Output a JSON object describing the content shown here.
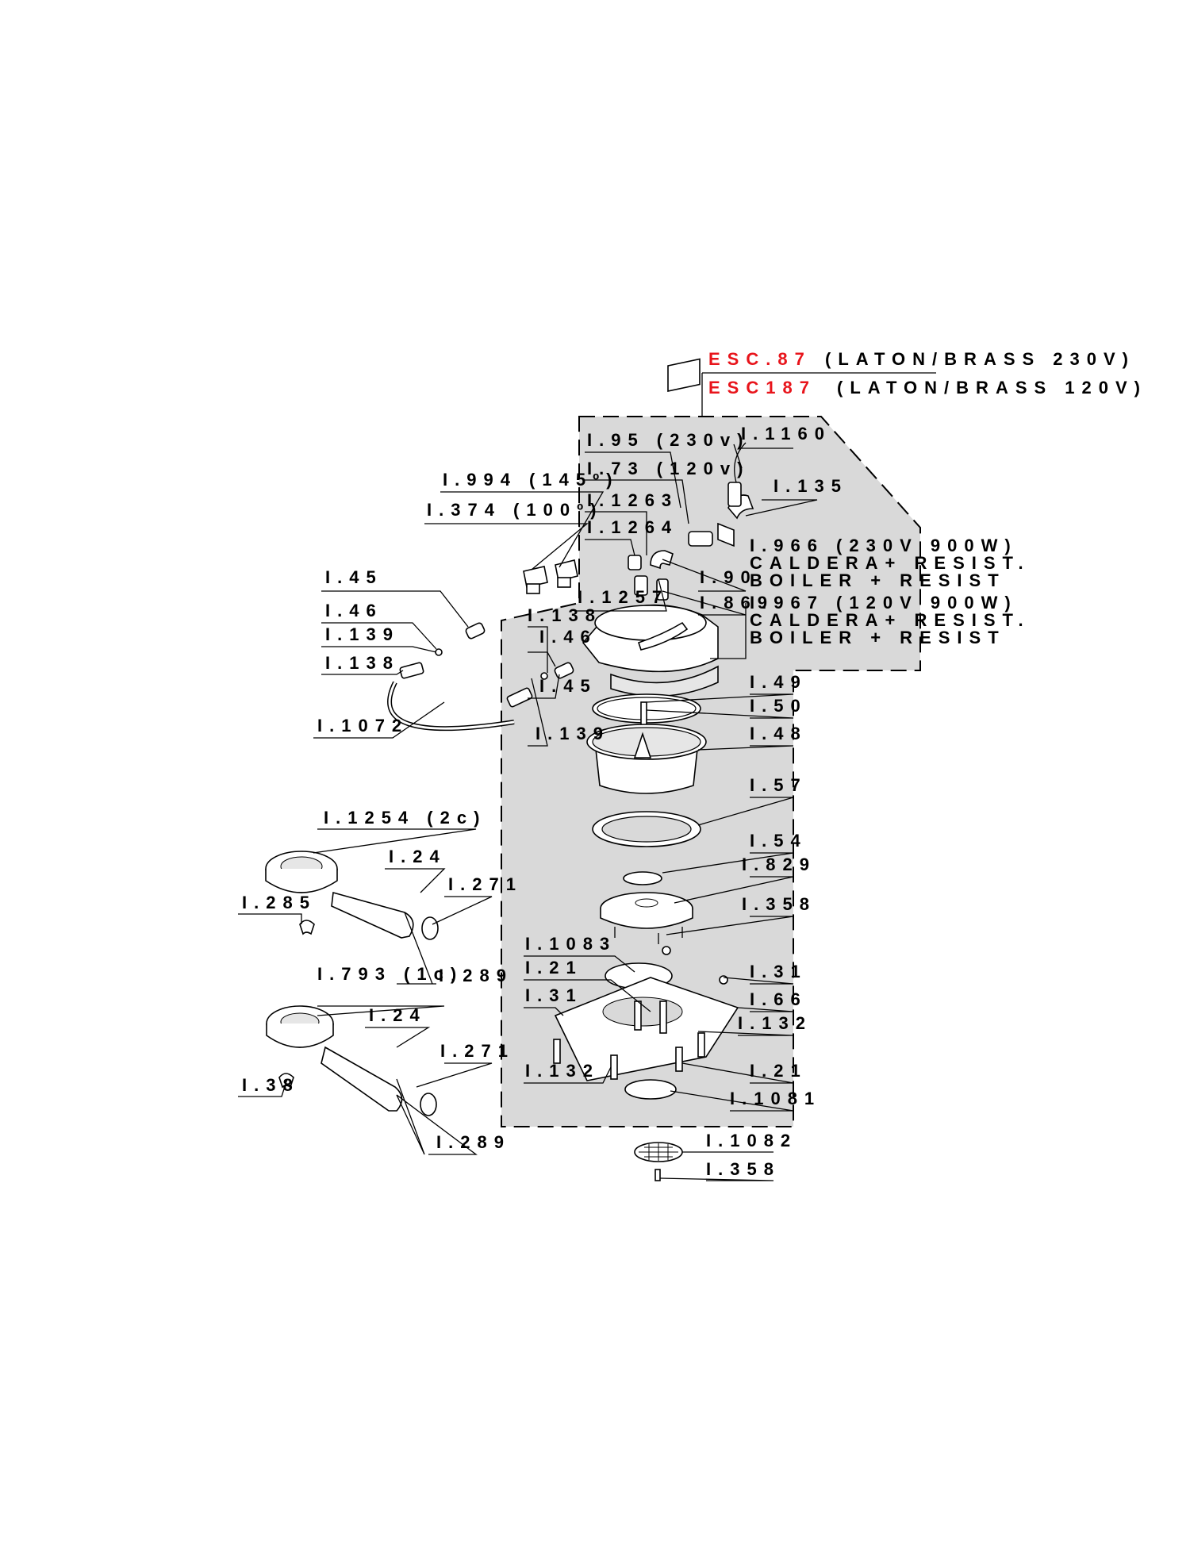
{
  "assembly": {
    "code_230v": "ESC.87",
    "desc_230v": "(LATON/BRASS 230V)",
    "code_120v": "ESC187",
    "desc_120v": "(LATON/BRASS 120V)"
  },
  "labels": [
    {
      "id": "l-95",
      "text": "I.95 (230v)"
    },
    {
      "id": "l-1160",
      "text": "I.1160"
    },
    {
      "id": "l-73",
      "text": "I.73 (120v)"
    },
    {
      "id": "l-135",
      "text": "I.135"
    },
    {
      "id": "l-994",
      "text": "I.994 (145º)"
    },
    {
      "id": "l-374",
      "text": "I.374 (100º)"
    },
    {
      "id": "l-1263",
      "text": "I.1263"
    },
    {
      "id": "l-1264",
      "text": "I.1264"
    },
    {
      "id": "l-966a",
      "text": "I.966 (230V 900W)"
    },
    {
      "id": "l-966b",
      "text": "CALDERA+ RESIST."
    },
    {
      "id": "l-966c",
      "text": "BOILER + RESIST"
    },
    {
      "id": "l-90",
      "text": "I.90"
    },
    {
      "id": "l-1257",
      "text": "I.1257"
    },
    {
      "id": "l-869",
      "text": "I.869"
    },
    {
      "id": "l-967a",
      "text": "I.967 (120V 900W)"
    },
    {
      "id": "l-967b",
      "text": "CALDERA+ RESIST."
    },
    {
      "id": "l-967c",
      "text": "BOILER + RESIST"
    },
    {
      "id": "l-45a",
      "text": "I.45"
    },
    {
      "id": "l-46a",
      "text": "I.46"
    },
    {
      "id": "l-138a",
      "text": "I.138"
    },
    {
      "id": "l-46b",
      "text": "I.46"
    },
    {
      "id": "l-139a",
      "text": "I.139"
    },
    {
      "id": "l-138b",
      "text": "I.138"
    },
    {
      "id": "l-45b",
      "text": "I.45"
    },
    {
      "id": "l-49",
      "text": "I.49"
    },
    {
      "id": "l-50",
      "text": "I.50"
    },
    {
      "id": "l-1072",
      "text": "I.1072"
    },
    {
      "id": "l-139b",
      "text": "I.139"
    },
    {
      "id": "l-48",
      "text": "I.48"
    },
    {
      "id": "l-57",
      "text": "I.57"
    },
    {
      "id": "l-1254",
      "text": "I.1254 (2c)"
    },
    {
      "id": "l-54",
      "text": "I.54"
    },
    {
      "id": "l-24a",
      "text": "I.24"
    },
    {
      "id": "l-829",
      "text": "I.829"
    },
    {
      "id": "l-271a",
      "text": "I.271"
    },
    {
      "id": "l-285",
      "text": "I.285"
    },
    {
      "id": "l-358a",
      "text": "I.358"
    },
    {
      "id": "l-1083",
      "text": "I.1083"
    },
    {
      "id": "l-793",
      "text": "I.793 (1c)"
    },
    {
      "id": "l-289a",
      "text": "I.289"
    },
    {
      "id": "l-21a",
      "text": "I.21"
    },
    {
      "id": "l-31a",
      "text": "I.31"
    },
    {
      "id": "l-31b",
      "text": "I.31"
    },
    {
      "id": "l-24b",
      "text": "I.24"
    },
    {
      "id": "l-66",
      "text": "I.66"
    },
    {
      "id": "l-132a",
      "text": "I.132"
    },
    {
      "id": "l-271b",
      "text": "I.271"
    },
    {
      "id": "l-132b",
      "text": "I.132"
    },
    {
      "id": "l-21b",
      "text": "I.21"
    },
    {
      "id": "l-38",
      "text": "I.38"
    },
    {
      "id": "l-1081",
      "text": "I.1081"
    },
    {
      "id": "l-289b",
      "text": "I.289"
    },
    {
      "id": "l-1082",
      "text": "I.1082"
    },
    {
      "id": "l-358b",
      "text": "I.358"
    }
  ]
}
